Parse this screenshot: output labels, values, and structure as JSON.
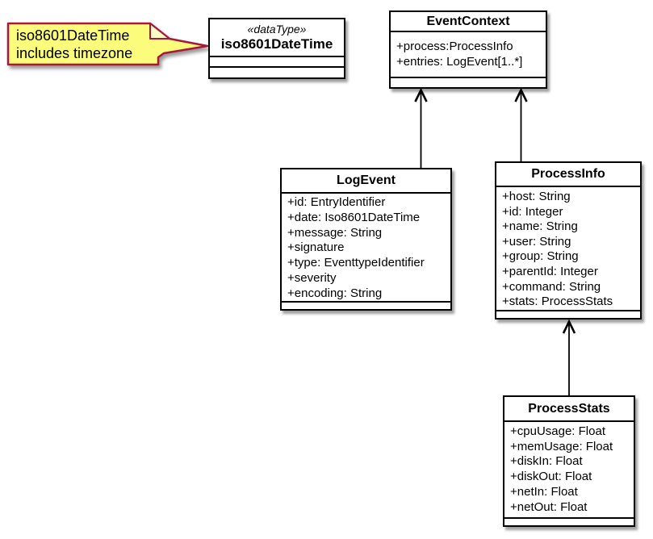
{
  "note": {
    "lines": [
      "iso8601DateTime",
      "includes timezone"
    ],
    "fill": "#FBFB7C",
    "fold_fill": "#FFFFC4",
    "border": "#A8183C"
  },
  "classes": {
    "iso8601DateTime": {
      "stereotype": "«dataType»",
      "name": "iso8601DateTime",
      "attributes": []
    },
    "eventContext": {
      "name": "EventContext",
      "attributes": [
        "+process:ProcessInfo",
        "+entries: LogEvent[1..*]"
      ]
    },
    "logEvent": {
      "name": "LogEvent",
      "attributes": [
        "+id: EntryIdentifier",
        "+date: Iso8601DateTime",
        "+message: String",
        "+signature",
        "+type: EventtypeIdentifier",
        "+severity",
        "+encoding: String"
      ]
    },
    "processInfo": {
      "name": "ProcessInfo",
      "attributes": [
        "+host: String",
        "+id: Integer",
        "+name: String",
        "+user: String",
        "+group: String",
        "+parentId: Integer",
        "+command: String",
        "+stats: ProcessStats"
      ]
    },
    "processStats": {
      "name": "ProcessStats",
      "attributes": [
        "+cpuUsage: Float",
        "+memUsage: Float",
        "+diskIn: Float",
        "+diskOut: Float",
        "+netIn: Float",
        "+netOut: Float"
      ]
    }
  },
  "relations": [
    {
      "from": "LogEvent",
      "to": "EventContext",
      "style": "open-arrow"
    },
    {
      "from": "ProcessInfo",
      "to": "EventContext",
      "style": "open-arrow"
    },
    {
      "from": "ProcessStats",
      "to": "ProcessInfo",
      "style": "open-arrow"
    }
  ],
  "colors": {
    "class_border": "#000000",
    "class_fill": "#ffffff",
    "relation_line": "#000000"
  }
}
